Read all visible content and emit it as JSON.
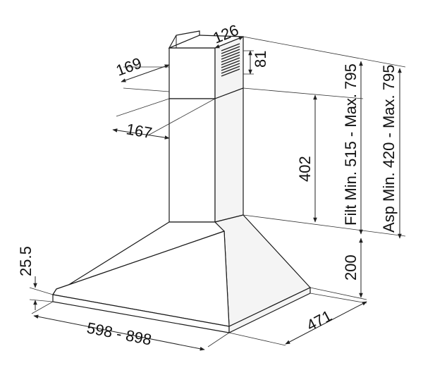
{
  "dimensions": {
    "top_depth": "126",
    "vent_height": "81",
    "chimney_width": "169",
    "chimney_depth": "167",
    "chimney_height": "402",
    "filter_height_range": "Filt Min. 515 - Max. 795",
    "aspiration_height_range": "Asp Min. 420 - Max. 795",
    "hood_height": "200",
    "edge_thickness": "25.5",
    "hood_width_range": "598 - 898",
    "hood_depth": "471"
  },
  "colors": {
    "line": "#222222",
    "background": "#ffffff"
  }
}
